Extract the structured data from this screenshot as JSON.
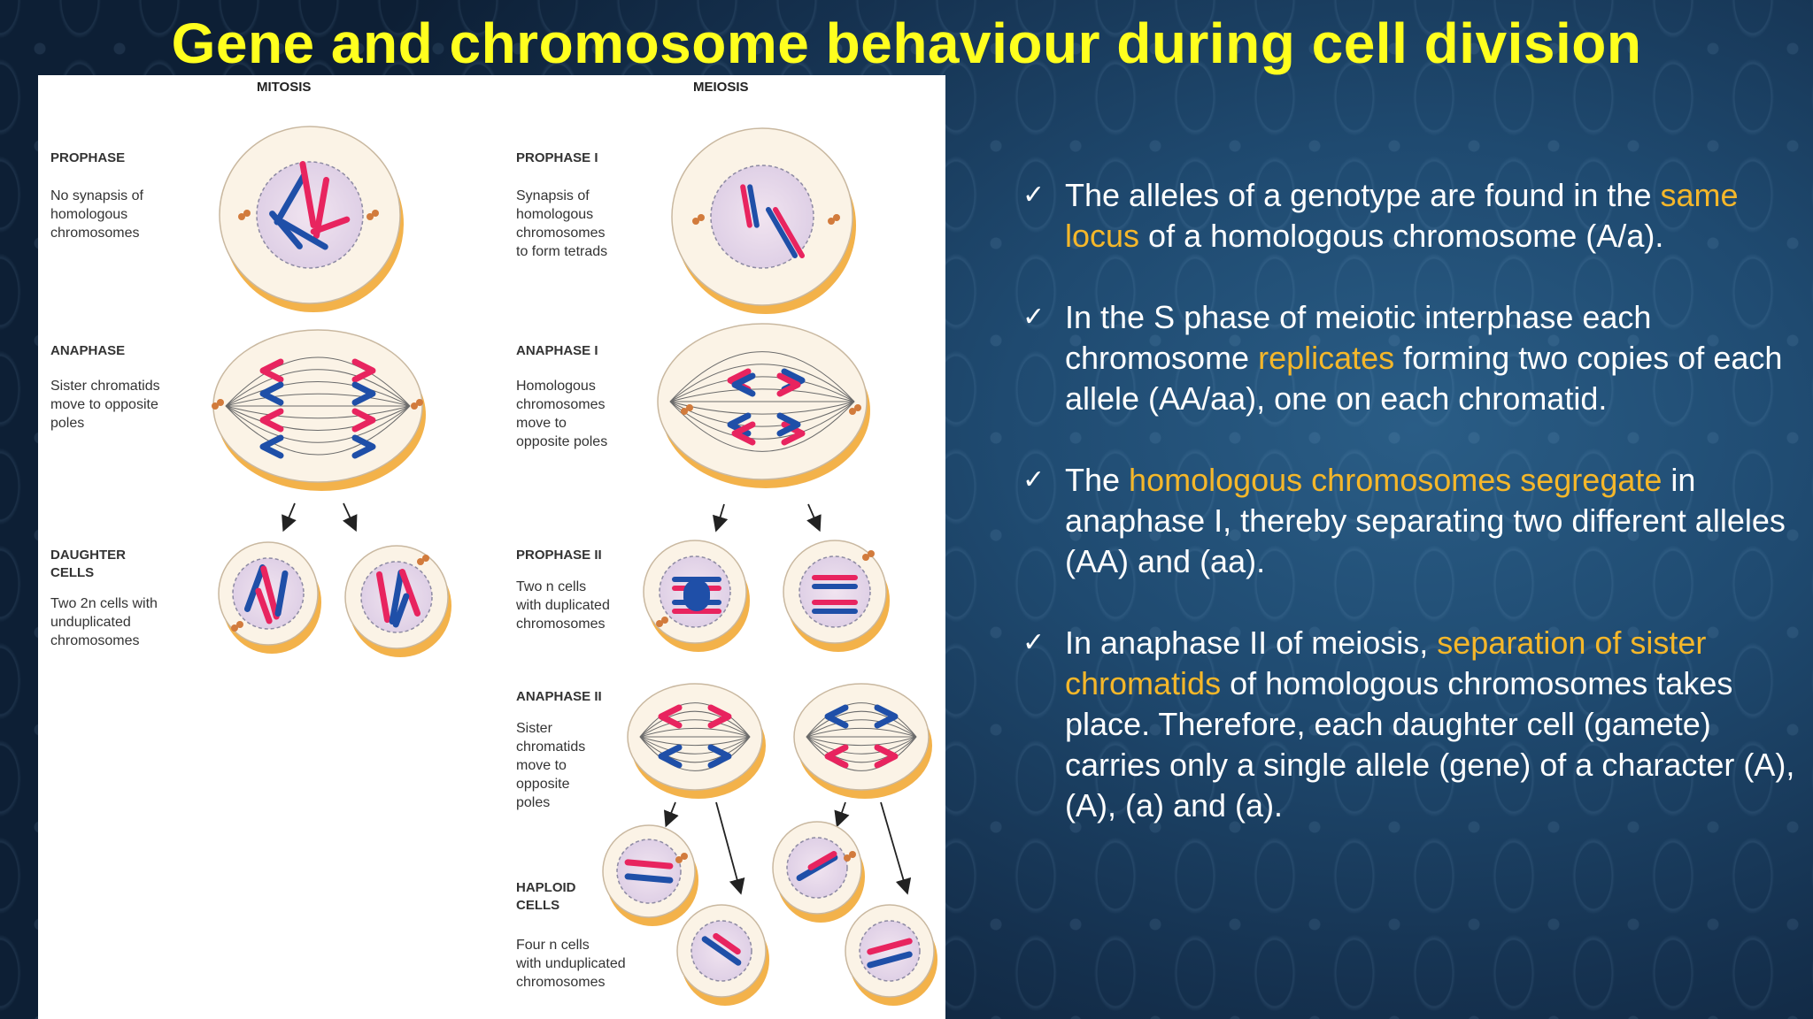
{
  "title": "Gene and chromosome behaviour during cell division",
  "figure": {
    "mitosis_header": "MITOSIS",
    "meiosis_header": "MEIOSIS",
    "mitosis": {
      "prophase": {
        "title": "PROPHASE",
        "desc": [
          "No synapsis of",
          "homologous",
          "chromosomes"
        ]
      },
      "anaphase": {
        "title": "ANAPHASE",
        "desc": [
          "Sister chromatids",
          "move to opposite",
          "poles"
        ]
      },
      "daughter": {
        "title": [
          "DAUGHTER",
          "CELLS"
        ],
        "desc": [
          "Two 2n cells with",
          "unduplicated",
          "chromosomes"
        ]
      }
    },
    "meiosis": {
      "prophase1": {
        "title": "PROPHASE I",
        "desc": [
          "Synapsis of",
          "homologous",
          "chromosomes",
          "to form tetrads"
        ]
      },
      "anaphase1": {
        "title": "ANAPHASE I",
        "desc": [
          "Homologous",
          "chromosomes",
          "move to",
          "opposite poles"
        ]
      },
      "prophase2": {
        "title": "PROPHASE II",
        "desc": [
          "Two n cells",
          "with duplicated",
          "chromosomes"
        ]
      },
      "anaphase2": {
        "title": "ANAPHASE II",
        "desc": [
          "Sister",
          "chromatids",
          "move to",
          "opposite",
          "poles"
        ]
      },
      "haploid": {
        "title": [
          "HAPLOID",
          "CELLS"
        ],
        "desc": [
          "Four n cells",
          "with unduplicated",
          "chromosomes"
        ]
      }
    },
    "colors": {
      "red_chromosome": "#e8245f",
      "blue_chromosome": "#1f4fa8",
      "cell_rim": "#f3b24a"
    }
  },
  "bullets": [
    {
      "check": "✓",
      "parts": [
        {
          "text": " The alleles of a genotype are found in the ",
          "hl": false
        },
        {
          "text": "same locus",
          "hl": true
        },
        {
          "text": " of a homologous chromosome (A/a).",
          "hl": false
        }
      ]
    },
    {
      "check": "✓",
      "parts": [
        {
          "text": "  In the S phase of meiotic interphase each chromosome ",
          "hl": false
        },
        {
          "text": "replicates",
          "hl": true
        },
        {
          "text": " forming two copies of each allele (AA/aa), one on each chromatid.",
          "hl": false
        }
      ]
    },
    {
      "check": "✓",
      "parts": [
        {
          "text": "The ",
          "hl": false
        },
        {
          "text": "homologous chromosomes segregate",
          "hl": true
        },
        {
          "text": " in anaphase I, thereby separating two different alleles (AA) and (aa).",
          "hl": false
        }
      ]
    },
    {
      "check": "✓",
      "parts": [
        {
          "text": "In anaphase II of meiosis, ",
          "hl": false
        },
        {
          "text": "separation of sister chromatids",
          "hl": true
        },
        {
          "text": " of homologous chromosomes takes place. Therefore, each daughter cell (gamete) carries only a single allele (gene) of a character (A), (A), (a) and (a).",
          "hl": false
        }
      ]
    }
  ]
}
